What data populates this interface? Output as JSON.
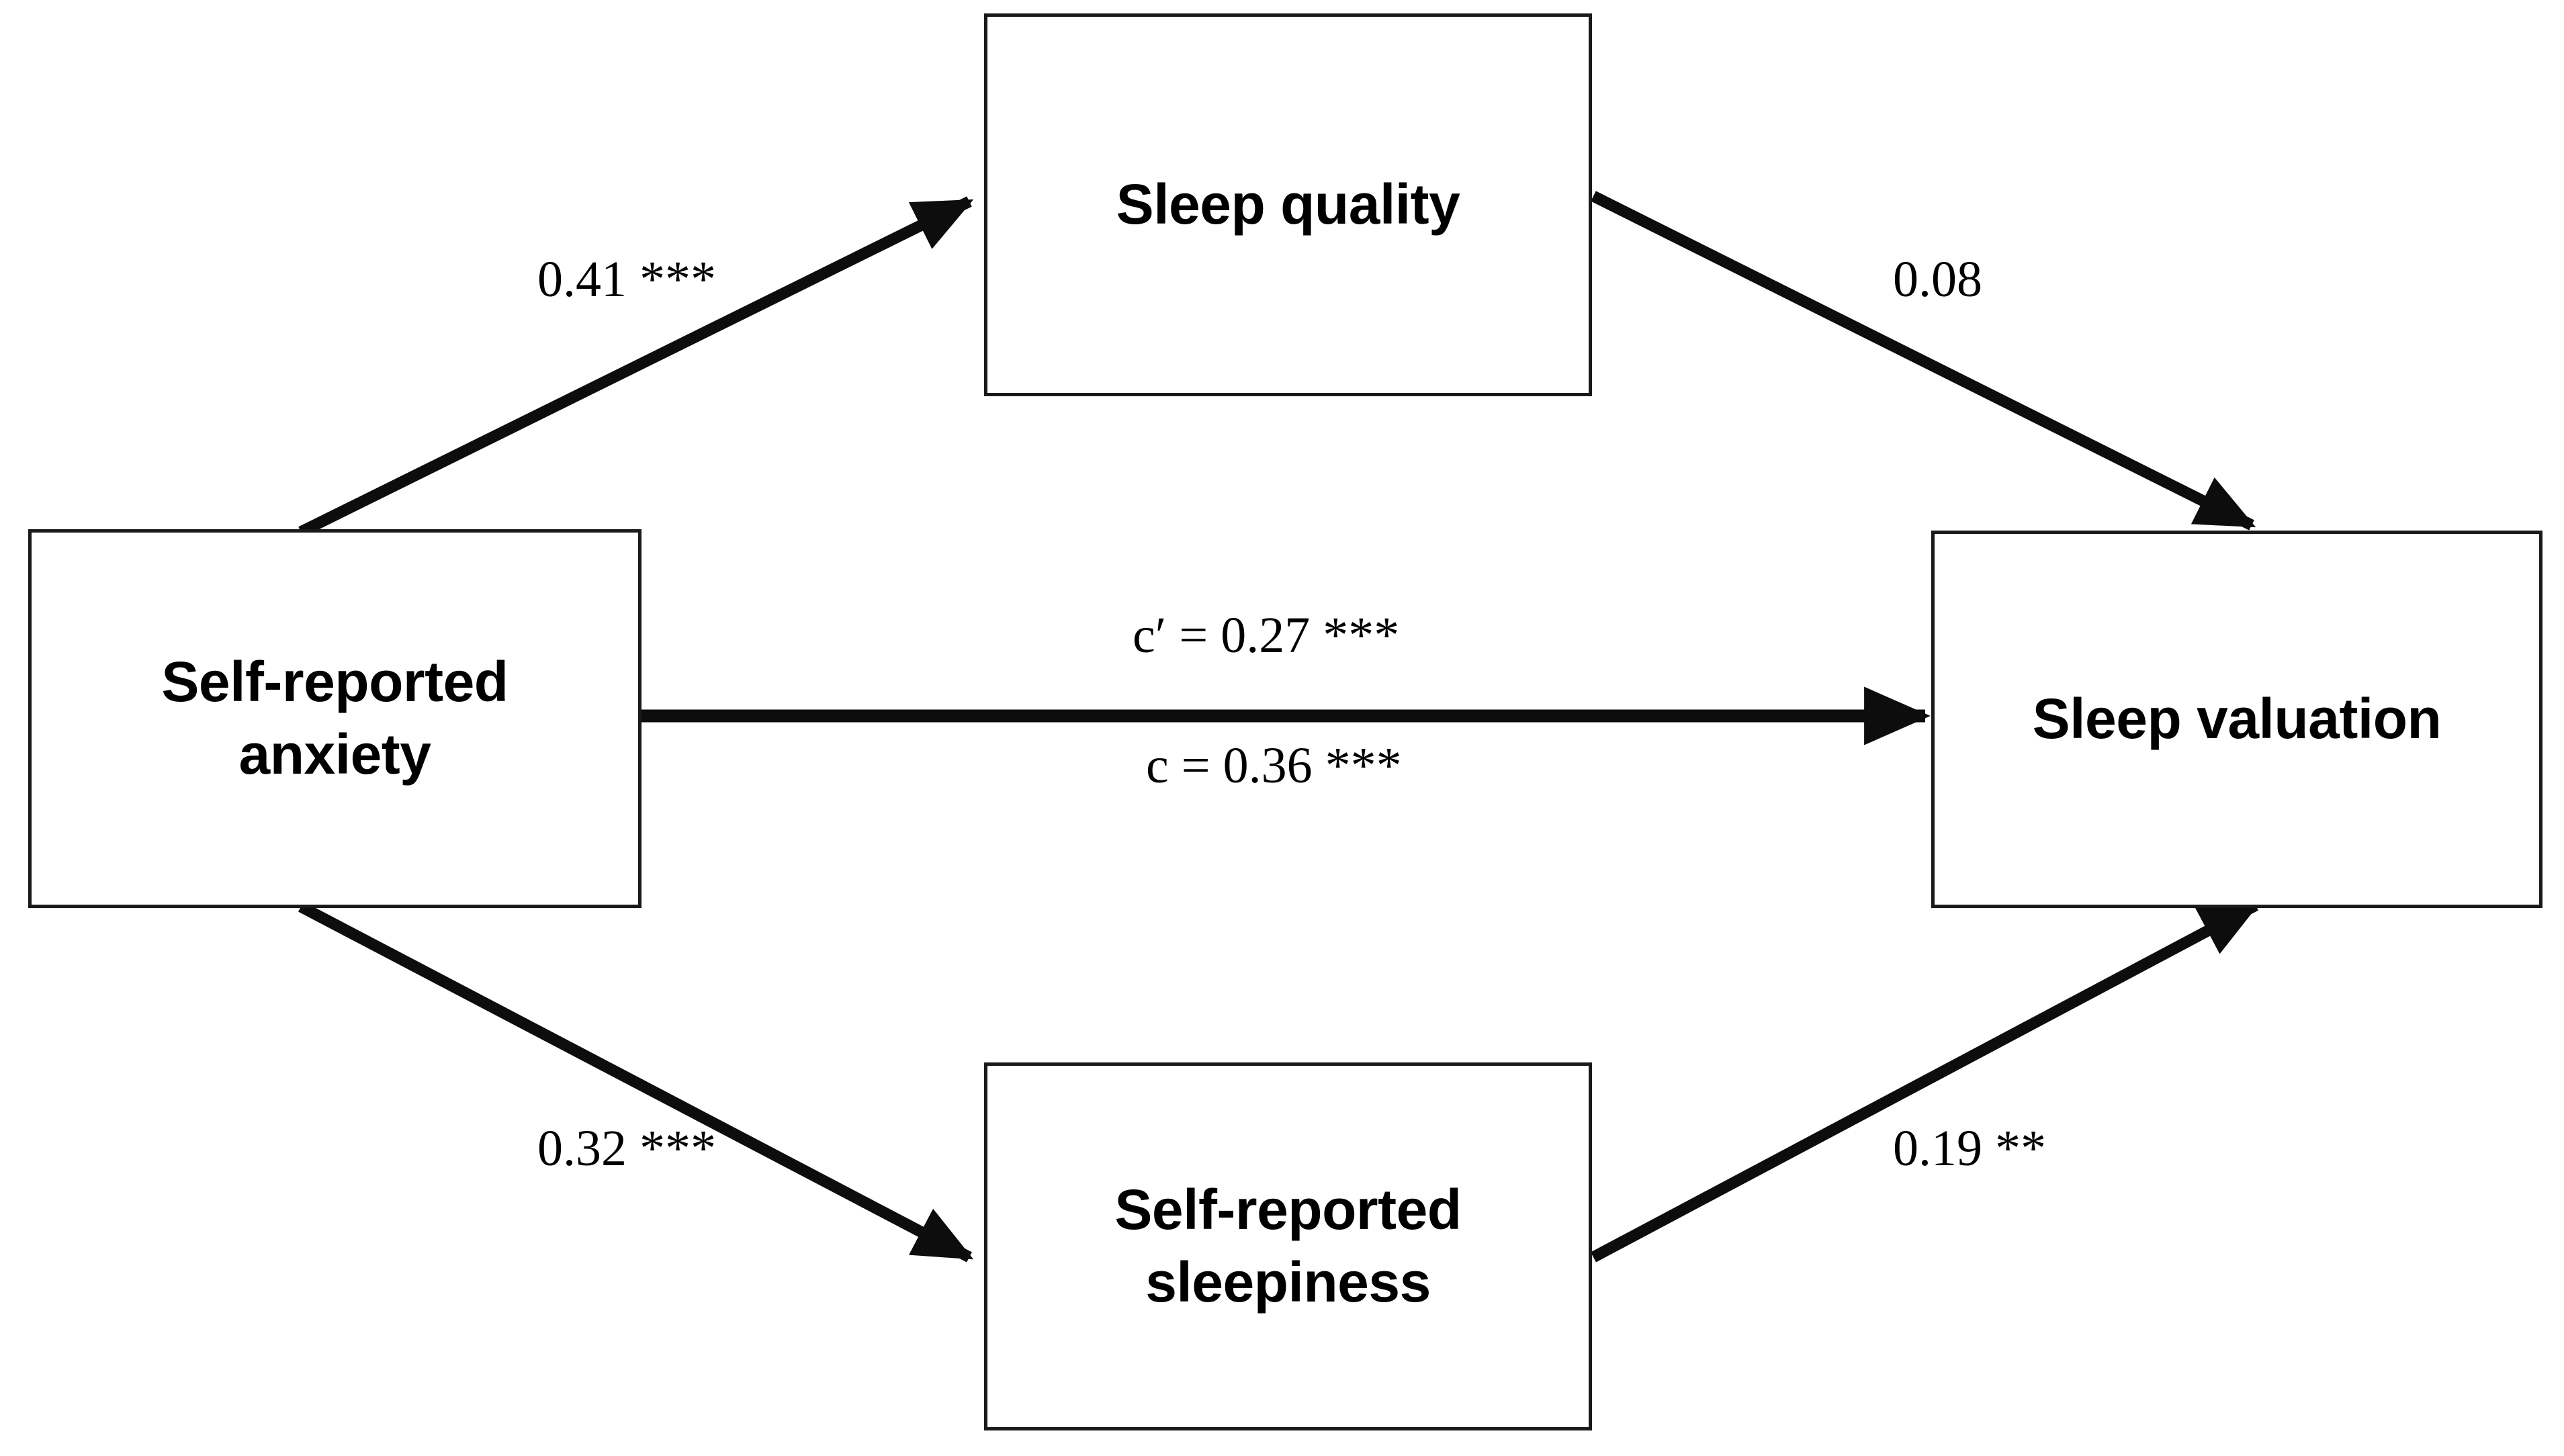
{
  "diagram": {
    "type": "mediation-path-model",
    "nodes": [
      {
        "id": "anxiety",
        "label": "Self-reported\nanxiety"
      },
      {
        "id": "quality",
        "label": "Sleep quality"
      },
      {
        "id": "sleepiness",
        "label": "Self-reported\nsleepiness"
      },
      {
        "id": "valuation",
        "label": "Sleep valuation"
      }
    ],
    "paths": [
      {
        "id": "a1",
        "from": "anxiety",
        "to": "quality",
        "label": "0.41 ***",
        "coefficient": 0.41,
        "stars": 3
      },
      {
        "id": "b1",
        "from": "quality",
        "to": "valuation",
        "label": "0.08",
        "coefficient": 0.08,
        "stars": 0
      },
      {
        "id": "a2",
        "from": "anxiety",
        "to": "sleepiness",
        "label": "0.32 ***",
        "coefficient": 0.32,
        "stars": 3
      },
      {
        "id": "b2",
        "from": "sleepiness",
        "to": "valuation",
        "label": "0.19 **",
        "coefficient": 0.19,
        "stars": 2
      },
      {
        "id": "cprime",
        "from": "anxiety",
        "to": "valuation",
        "label": "c′ = 0.27 ***",
        "coefficient": 0.27,
        "stars": 3
      },
      {
        "id": "c",
        "from": "anxiety",
        "to": "valuation",
        "label": "c = 0.36 ***",
        "coefficient": 0.36,
        "stars": 3
      }
    ],
    "colors": {
      "stroke": "#1a1a1a",
      "background": "#ffffff",
      "text": "#000000"
    }
  }
}
